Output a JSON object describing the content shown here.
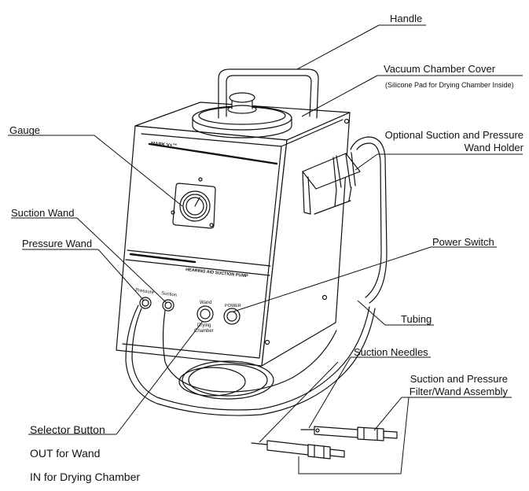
{
  "labels": {
    "handle": "Handle",
    "vacuum_cover": "Vacuum Chamber Cover",
    "vacuum_cover_note": "(Silicone Pad for Drying Chamber Inside)",
    "gauge": "Gauge",
    "holder_line1": "Optional Suction and Pressure",
    "holder_line2": "Wand Holder",
    "suction_wand": "Suction Wand",
    "pressure_wand": "Pressure Wand",
    "power_switch": "Power Switch",
    "tubing": "Tubing",
    "suction_needles": "Suction Needles",
    "filter_line1": "Suction and Pressure",
    "filter_line2": "Filter/Wand Assembly",
    "selector_button": "Selector Button",
    "out_for_wand": "OUT for Wand",
    "in_for_drying": "IN for Drying Chamber"
  },
  "device_text": {
    "brand": "MARK V+™",
    "panel_label": "HEARING AID SUCTION PUMP",
    "port_pressure": "Pressure",
    "port_suction": "Suction",
    "selector_wand": "Wand",
    "selector_drying_1": "Drying",
    "selector_drying_2": "Chamber",
    "power": "POWER"
  }
}
